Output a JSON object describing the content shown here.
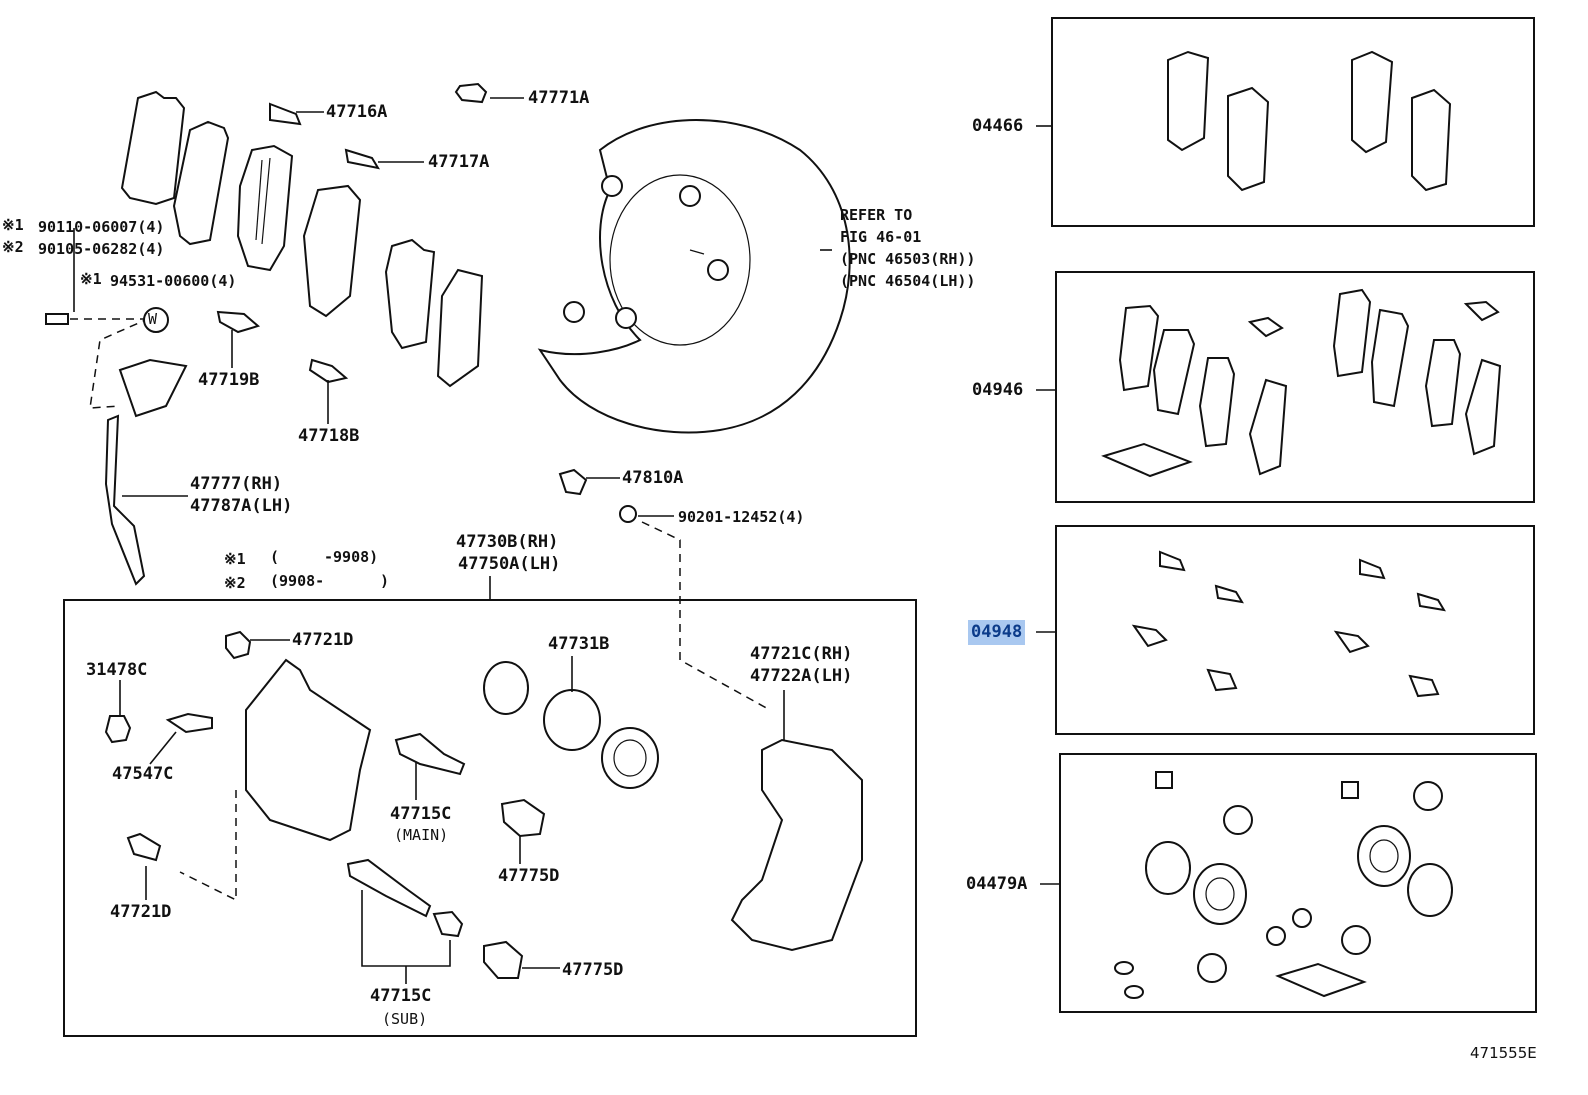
{
  "figure_code": "471555E",
  "refer": {
    "line1": "REFER TO",
    "line2": "FIG 46-01",
    "line3": "(PNC 46503(RH))",
    "line4": "(PNC 46504(LH))"
  },
  "note": {
    "mark1": "※1",
    "mark2": "※2",
    "bolt1": "90110-06007(4)",
    "bolt2": "90105-06282(4)",
    "washer": "94531-00600(4)",
    "washer_mark": "※1",
    "range1_a": "(",
    "range1_b": "-9908)",
    "range2_a": "(9908-",
    "range2_b": ")",
    "washer_symbol": "W"
  },
  "parts": {
    "p47716A": "47716A",
    "p47717A": "47717A",
    "p47771A": "47771A",
    "p47719B": "47719B",
    "p47718B": "47718B",
    "p47777": "47777(RH)",
    "p47787A": "47787A(LH)",
    "p47810A": "47810A",
    "p90201": "90201-12452(4)",
    "p47730B": "47730B(RH)",
    "p47750A": "47750A(LH)",
    "p47721D_top": "47721D",
    "p31478C": "31478C",
    "p47547C": "47547C",
    "p47721D_bot": "47721D",
    "p47731B": "47731B",
    "p47721C": "47721C(RH)",
    "p47722A": "47722A(LH)",
    "p47715C_main": "47715C",
    "main_note": "(MAIN)",
    "p47775D_a": "47775D",
    "p47775D_b": "47775D",
    "p47715C_sub": "47715C",
    "sub_note": "(SUB)"
  },
  "kits": [
    {
      "code": "04466",
      "highlighted": false
    },
    {
      "code": "04946",
      "highlighted": false
    },
    {
      "code": "04948",
      "highlighted": true
    },
    {
      "code": "04479A",
      "highlighted": false
    }
  ],
  "colors": {
    "highlight": "#a9c8f0",
    "line": "#111111"
  }
}
